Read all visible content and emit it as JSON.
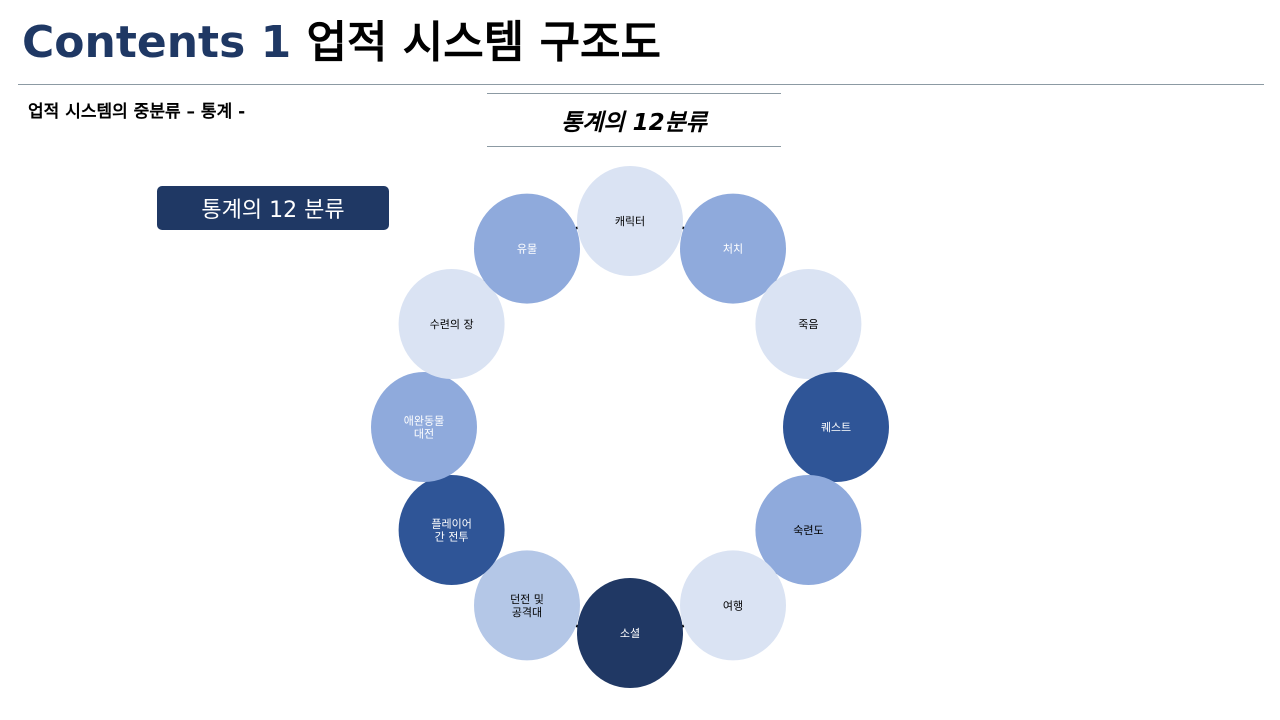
{
  "header": {
    "title_prefix": "Contents 1",
    "title_main": "업적 시스템 구조도"
  },
  "subtitle": "업적 시스템의 중분류 – 통계 -",
  "center_title": "통계의 12분류",
  "badge_label": "통계의 12 분류",
  "diagram": {
    "colors": {
      "darkest": "#203864",
      "dark": "#2f5597",
      "medium": "#8faadc",
      "light": "#b4c7e7",
      "lightest": "#dae3f3",
      "ring": "#000000"
    },
    "nodes": [
      {
        "lines": [
          "캐릭터"
        ],
        "tone": "lightest",
        "text": "dark"
      },
      {
        "lines": [
          "처치"
        ],
        "tone": "medium",
        "text": "light"
      },
      {
        "lines": [
          "죽음"
        ],
        "tone": "lightest",
        "text": "dark"
      },
      {
        "lines": [
          "퀘스트"
        ],
        "tone": "dark",
        "text": "light"
      },
      {
        "lines": [
          "숙련도"
        ],
        "tone": "medium",
        "text": "dark"
      },
      {
        "lines": [
          "여행"
        ],
        "tone": "lightest",
        "text": "dark"
      },
      {
        "lines": [
          "소셜"
        ],
        "tone": "darkest",
        "text": "light"
      },
      {
        "lines": [
          "던전 및",
          "공격대"
        ],
        "tone": "light",
        "text": "dark"
      },
      {
        "lines": [
          "플레이어",
          "간 전투"
        ],
        "tone": "dark",
        "text": "light"
      },
      {
        "lines": [
          "애완동물",
          "대전"
        ],
        "tone": "medium",
        "text": "light"
      },
      {
        "lines": [
          "수련의 장"
        ],
        "tone": "lightest",
        "text": "dark"
      },
      {
        "lines": [
          "유물"
        ],
        "tone": "medium",
        "text": "light"
      }
    ]
  }
}
